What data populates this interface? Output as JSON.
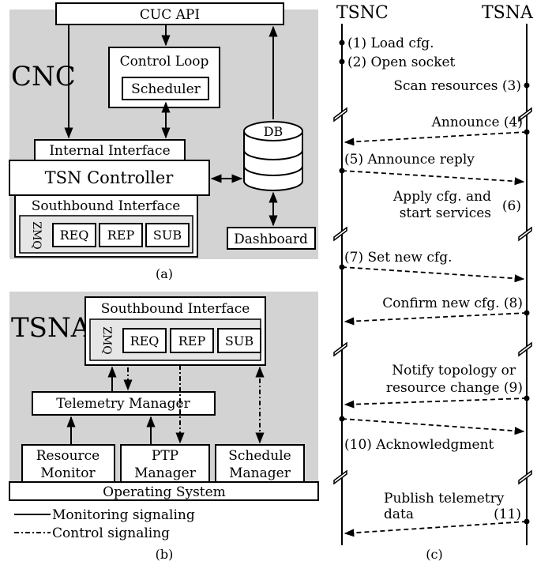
{
  "panel_a": {
    "cuc_api": "CUC API",
    "cnc": "CNC",
    "control_loop": "Control Loop",
    "scheduler": "Scheduler",
    "internal_interface": "Internal Interface",
    "tsn_controller": "TSN Controller",
    "southbound_interface": "Southbound Interface",
    "zmq": "ZMQ",
    "req": "REQ",
    "rep": "REP",
    "sub": "SUB",
    "db": "DB",
    "dashboard": "Dashboard",
    "caption": "(a)"
  },
  "panel_b": {
    "tsna": "TSNA",
    "southbound_interface": "Southbound Interface",
    "zmq": "ZMQ",
    "req": "REQ",
    "rep": "REP",
    "sub": "SUB",
    "telemetry_manager": "Telemetry Manager",
    "resource_monitor_1": "Resource",
    "resource_monitor_2": "Monitor",
    "ptp_manager_1": "PTP",
    "ptp_manager_2": "Manager",
    "schedule_manager_1": "Schedule",
    "schedule_manager_2": "Manager",
    "operating_system": "Operating System",
    "legend_monitoring": "Monitoring signaling",
    "legend_control": "Control signaling",
    "caption": "(b)"
  },
  "panel_c": {
    "tsnc": "TSNC",
    "tsna": "TSNA",
    "m1": "(1) Load cfg.",
    "m2": "(2) Open socket",
    "m3": "Scan resources (3)",
    "m4": "Announce (4)",
    "m5": "(5) Announce reply",
    "m6_1": "Apply cfg. and",
    "m6_2": "start services",
    "m6_num": "(6)",
    "m7": "(7) Set new cfg.",
    "m8": "Confirm new cfg. (8)",
    "m9_1": "Notify topology or",
    "m9_2": "resource change (9)",
    "m10": "(10) Acknowledgment",
    "m11_1": "Publish telemetry",
    "m11_2": "data",
    "m11_num": "(11)",
    "caption": "(c)"
  }
}
